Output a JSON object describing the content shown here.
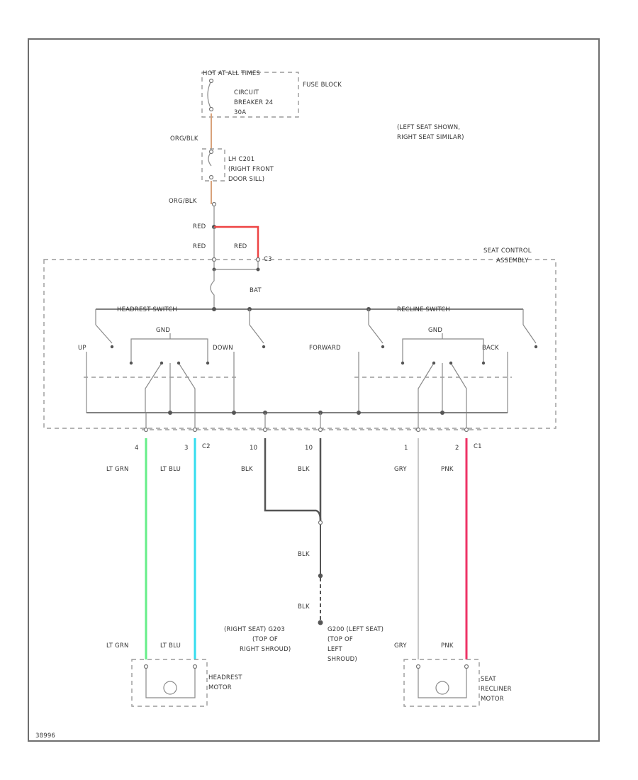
{
  "labels": {
    "hot_at_all_times": "HOT AT ALL TIMES",
    "fuse_block": "FUSE BLOCK",
    "circuit_breaker_1": "CIRCUIT",
    "circuit_breaker_2": "BREAKER 24",
    "circuit_breaker_3": "30A",
    "seat_shown_1": "(LEFT SEAT SHOWN,",
    "seat_shown_2": "RIGHT SEAT SIMILAR)",
    "org_blk_1": "ORG/BLK",
    "connector_1": "LH C201",
    "connector_2": "(RIGHT FRONT",
    "connector_3": "DOOR SILL)",
    "org_blk_2": "ORG/BLK",
    "red_1": "RED",
    "red_2": "RED",
    "red_3": "RED",
    "c3": "C3",
    "seat_control_1": "SEAT CONTROL",
    "seat_control_2": "ASSEMBLY",
    "bat": "BAT",
    "headrest_switch": "HEADREST SWITCH",
    "recline_switch": "RECLINE SWITCH",
    "up": "UP",
    "down": "DOWN",
    "forward": "FORWARD",
    "back": "BACK",
    "gnd_1": "GND",
    "gnd_2": "GND",
    "pin_4": "4",
    "pin_3": "3",
    "pin_10": "10",
    "pin_11": "10",
    "pin_1": "1",
    "pin_2": "2",
    "c2": "C2",
    "c1": "C1",
    "lt_grn_1": "LT GRN",
    "lt_blu_1": "LT BLU",
    "blk_1": "BLK",
    "blk_2": "BLK",
    "gry_1": "GRY",
    "pnk_1": "PNK",
    "blk_3": "BLK",
    "blk_4": "BLK",
    "ground_right_1": "(RIGHT SEAT)  G203",
    "ground_right_2": "(TOP OF",
    "ground_right_3": "RIGHT SHROUD)",
    "ground_left_1": "G200 (LEFT SEAT)",
    "ground_left_2": "(TOP OF",
    "ground_left_3": "LEFT",
    "ground_left_4": "SHROUD)",
    "lt_grn_2": "LT GRN",
    "lt_blu_2": "LT BLU",
    "gry_2": "GRY",
    "pnk_2": "PNK",
    "headrest_motor_1": "HEADREST",
    "headrest_motor_2": "MOTOR",
    "recliner_motor_1": "SEAT",
    "recliner_motor_2": "RECLINER",
    "recliner_motor_3": "MOTOR",
    "figure_id": "38996"
  },
  "colors": {
    "orange_wire": "#d8a27a",
    "red_wire": "#ee4444",
    "green_wire": "#66ee88",
    "blue_wire": "#33ddee",
    "gray_wire": "#c8c8c8",
    "pink_wire": "#ee3366",
    "black_wire": "#555555"
  }
}
